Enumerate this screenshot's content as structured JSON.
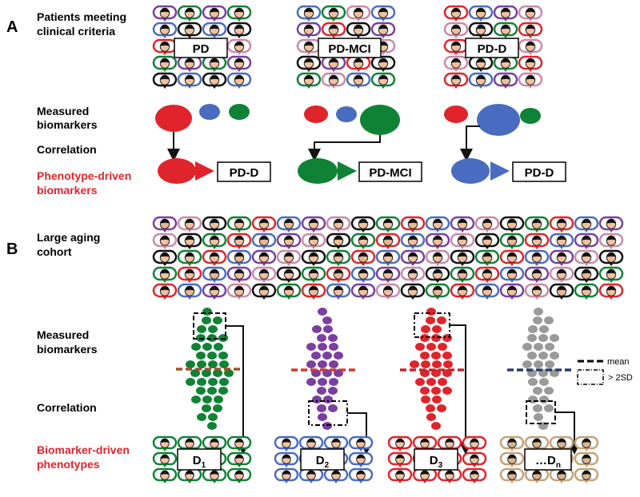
{
  "panels": {
    "a": {
      "letter": "A",
      "row_labels": {
        "patients": [
          "Patients meeting",
          "clinical criteria"
        ],
        "measured": [
          "Measured",
          "biomarkers"
        ],
        "correlation": "Correlation",
        "phenotype": [
          "Phenotype-driven",
          "biomarkers"
        ]
      },
      "groups": [
        {
          "label": "PD",
          "result": "PD-D",
          "highlight_color": "#e0242b"
        },
        {
          "label": "PD-MCI",
          "result": "PD-MCI",
          "highlight_color": "#108236"
        },
        {
          "label": "PD-D",
          "result": "PD-D",
          "highlight_color": "#4a6cc0"
        }
      ]
    },
    "b": {
      "letter": "B",
      "row_labels": {
        "cohort": [
          "Large aging",
          "cohort"
        ],
        "measured": [
          "Measured",
          "biomarkers"
        ],
        "correlation": "Correlation",
        "phenotypes": [
          "Biomarker-driven",
          "phenotypes"
        ]
      },
      "distributions": [
        {
          "color": "#108236",
          "label_main": "D",
          "label_sub": "1"
        },
        {
          "color": "#7a3fa0",
          "label_main": "D",
          "label_sub": "2"
        },
        {
          "color": "#e0242b",
          "label_main": "D",
          "label_sub": "3"
        },
        {
          "color": "#9a9a9a",
          "label_main": "…D",
          "label_sub": "n"
        }
      ],
      "legend": {
        "mean": "mean",
        "sd": "> 2SD"
      }
    }
  },
  "colors": {
    "red": "#e0242b",
    "green": "#108236",
    "blue": "#4a6cc0",
    "purple": "#7a3fa0",
    "gray": "#9a9a9a",
    "label_red": "#e0242b",
    "skin": "#f2c09f",
    "dark_skin": "#c9a27a"
  }
}
